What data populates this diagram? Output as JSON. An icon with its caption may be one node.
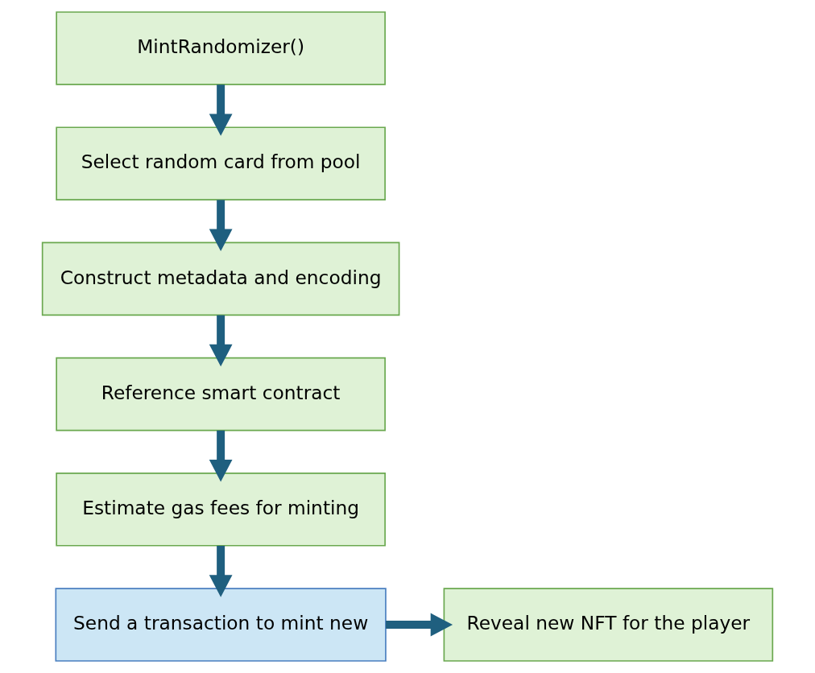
{
  "diagram": {
    "nodes": [
      {
        "text": [
          "MintRandomizer()"
        ]
      },
      {
        "text": [
          "Select random card from pool"
        ]
      },
      {
        "text": [
          "Construct metadata and encoding"
        ]
      },
      {
        "text": [
          "Reference smart contract"
        ]
      },
      {
        "text": [
          "Estimate gas fees for minting"
        ]
      },
      {
        "text": [
          "Send a transaction to mint new"
        ]
      },
      {
        "text": [
          "Reveal new NFT for the player"
        ]
      }
    ],
    "edges": [
      {
        "from": 0,
        "to": 1,
        "arrow": "to"
      },
      {
        "from": 1,
        "to": 2,
        "arrow": "to"
      },
      {
        "from": 2,
        "to": 3,
        "arrow": "to"
      },
      {
        "from": 3,
        "to": 4,
        "arrow": "to"
      },
      {
        "from": 4,
        "to": 5,
        "arrow": "to"
      },
      {
        "from": 5,
        "to": 6,
        "arrow": "to"
      }
    ]
  }
}
